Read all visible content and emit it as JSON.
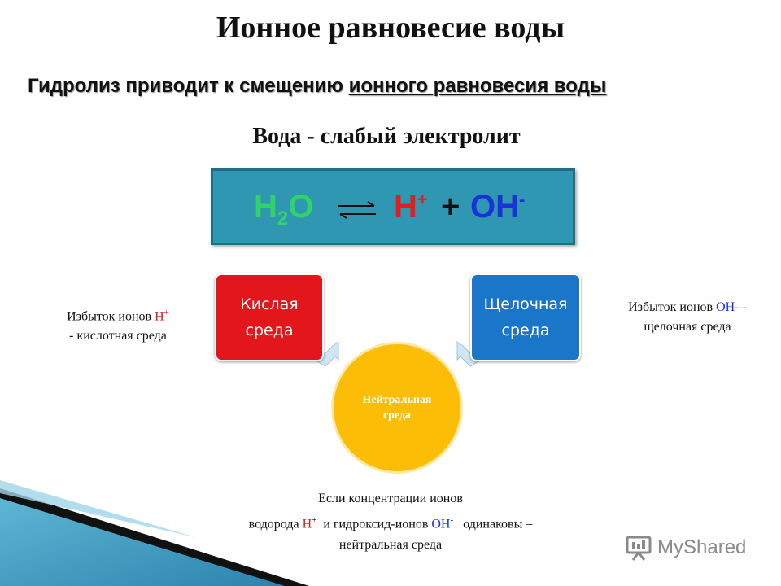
{
  "title": "Ионное равновесие воды",
  "subtitle": {
    "part1": "Гидролиз приводит к смещению ",
    "part2": "ионного равновесия воды"
  },
  "heading2": "Вода - слабый электролит",
  "equation": {
    "left": "H",
    "left_sub": "2",
    "left_end": "O",
    "h_ion": "H",
    "h_charge": "+",
    "plus": "+",
    "oh_ion": "OH",
    "oh_charge": "-",
    "colors": {
      "water": "#2fd36a",
      "h": "#e02020",
      "oh": "#1a33d6",
      "box": "#2f97b2"
    }
  },
  "acid_note": {
    "line1_prefix": "Избыток ионов ",
    "ion": "H",
    "charge": "+",
    "line2": "- кислотная среда"
  },
  "base_note": {
    "line1_prefix": "Избыток ионов ",
    "ion": "OH",
    "charge": "-",
    "line1_suffix": " -",
    "line2": "щелочная среда"
  },
  "acid_box": {
    "line1": "Кислая",
    "line2": "среда",
    "color": "#e3161b"
  },
  "base_box": {
    "line1": "Щелочная",
    "line2": "среда",
    "color": "#1976c8"
  },
  "neutral_circle": {
    "line1": "Нейтральная",
    "line2": "среда",
    "color": "#fbbd06"
  },
  "bottom_text": {
    "line1": "Если концентрации ионов",
    "line2_a": "водорода ",
    "line2_h": "H",
    "line2_h_charge": "+",
    "line2_b": "  и гидроксид-ионов ",
    "line2_oh": "OH",
    "line2_oh_charge": "-",
    "line2_c": "   одинаковы –",
    "line3": "нейтральная среда"
  },
  "logo": {
    "text": "MyShared"
  }
}
